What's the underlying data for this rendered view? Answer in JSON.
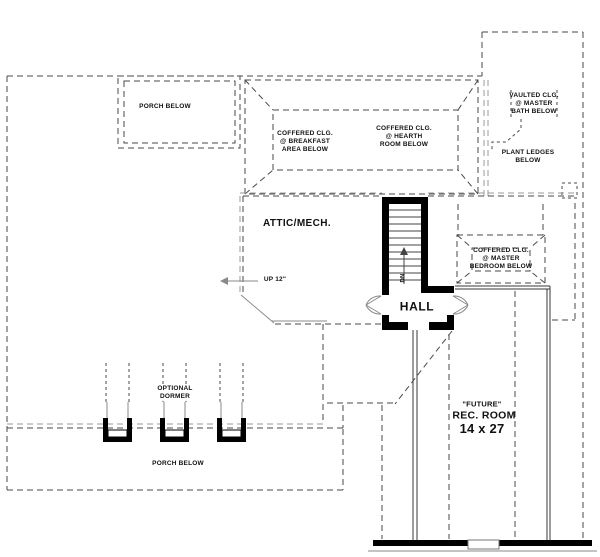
{
  "labels": {
    "porch_below_top": "PORCH BELOW",
    "coffered_breakfast": "COFFERED CLG.\n@ BREAKFAST\nAREA BELOW",
    "coffered_hearth": "COFFERED CLG.\n@ HEARTH\nROOM BELOW",
    "vaulted_master_bath": "VAULTED CLG.\n@ MASTER\nBATH BELOW",
    "plant_ledges": "PLANT LEDGES\nBELOW",
    "attic_mech": "ATTIC/MECH.",
    "up_note": "UP 12\"",
    "stair_direction": "DN",
    "hall": "HALL",
    "coffered_master_bedroom": "COFFERED CLG.\n@ MASTER\nBEDROOM BELOW",
    "optional_dormer": "OPTIONAL\nDORMER",
    "porch_below_bottom": "PORCH BELOW",
    "future": "\"FUTURE\"",
    "rec_room": "REC. ROOM",
    "rec_room_size": "14 x 27"
  },
  "colors": {
    "wall": "#000000",
    "dashed_line": "#4a4a4a",
    "light_line": "#9a9a9a",
    "background": "#ffffff"
  }
}
